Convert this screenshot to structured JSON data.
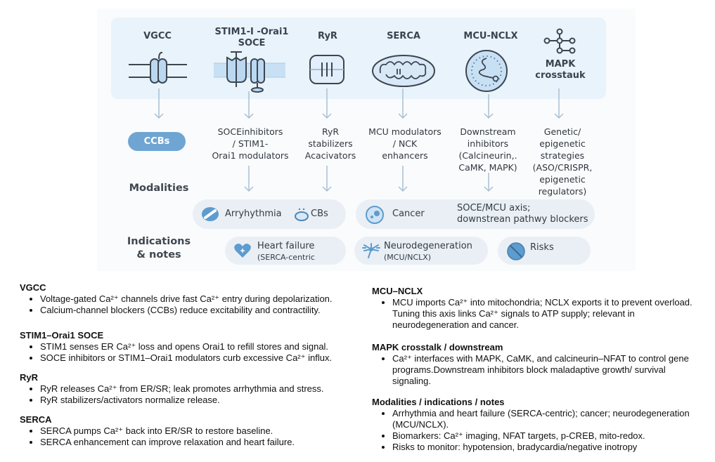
{
  "diagram": {
    "targets": [
      {
        "key": "vgcc",
        "label": "VGCC",
        "icon": "voltage-gated-channel-icon"
      },
      {
        "key": "soce",
        "label_line1": "STIM1-I -Orai1",
        "label_line2": "SOCE",
        "icon": "stim1-orai1-membrane-icon"
      },
      {
        "key": "ryr",
        "label": "RyR",
        "icon": "ryanodine-receptor-icon"
      },
      {
        "key": "serca",
        "label": "SERCA",
        "icon": "mitochondrion-icon"
      },
      {
        "key": "mcu",
        "label": "MCU-NCLX",
        "icon": "mitochondrial-matrix-icon"
      },
      {
        "key": "mapk",
        "label_line1": "MAPK",
        "label_line2": "crosstauk",
        "icon": "network-nodes-icon"
      }
    ],
    "modalities": {
      "ccbs": "CCBs",
      "soce": [
        "SOCEinhibitors",
        "/ STIM1-",
        "Orai1 modulators"
      ],
      "ryr": [
        "RyR",
        "stabilizers",
        "Acacivators"
      ],
      "mcu": [
        "MCU modulators",
        "/ NCK",
        "enhancers"
      ],
      "downstream": [
        "Downstream",
        "inhibitors",
        "(Calcineurin,.",
        "CaMK, MAPK)"
      ],
      "genetic": [
        "Genetic/",
        "epigenetic",
        "strategies",
        "(ASO/CRISPR,",
        "epigenetic",
        "regulators)"
      ]
    },
    "row_labels": {
      "modalities": "Modalities",
      "indications_line1": "Indications",
      "indications_line2": "& notes"
    },
    "indications": {
      "arrhythmia": "Arryhythmia",
      "cbs": "CBs",
      "cancer": "Cancer",
      "soce_mcu_line1": "SOCE/MCU axis;",
      "soce_mcu_line2": "downstrean pathwy blockers",
      "heart_failure": "Heart failure",
      "heart_failure_sub": "(SERCA-centric",
      "neuro": "Neurodegeneration",
      "neuro_sub": "(MCU/NCLX)",
      "risks": "Risks"
    },
    "colors": {
      "band": "#e9f3fb",
      "accent": "#6fa5d2",
      "icon_fill": "#bcd8f1",
      "icon_stroke": "#3c4650",
      "arrow": "#a9bfd3",
      "pill": "#e9eff5"
    }
  },
  "notes": {
    "left": [
      {
        "title": "VGCC",
        "bullets": [
          "Voltage-gated Ca²⁺ channels drive fast Ca²⁺ entry during depolarization.",
          "Calcium-channel blockers (CCBs) reduce excitability and contractility."
        ]
      },
      {
        "title": "STIM1–Orai1 SOCE",
        "bullets": [
          "STIM1 senses ER Ca²⁺ loss and opens Orai1 to refill stores and signal.",
          "SOCE inhibitors or STIM1–Orai1 modulators curb excessive Ca²⁺ influx."
        ]
      },
      {
        "title": "RyR",
        "bullets": [
          "RyR releases Ca²⁺ from ER/SR; leak promotes arrhythmia and stress.",
          "RyR stabilizers/activators normalize release."
        ]
      },
      {
        "title": "SERCA",
        "bullets": [
          "SERCA pumps Ca²⁺ back into ER/SR to restore baseline.",
          "SERCA enhancement can improve relaxation and heart failure."
        ]
      }
    ],
    "right": [
      {
        "title": "MCU–NCLX",
        "bullets": [
          "MCU imports Ca²⁺ into mitochondria; NCLX exports it to prevent overload. Tuning this axis links Ca²⁺ signals to ATP supply; relevant in neurodegeneration and cancer."
        ]
      },
      {
        "title": "MAPK crosstalk / downstream",
        "bullets": [
          "Ca²⁺ interfaces with MAPK, CaMK, and calcineurin–NFAT to control gene programs.Downstream inhibitors block maladaptive growth/ survival signaling."
        ]
      },
      {
        "title": "Modalities / indications / notes",
        "bullets": [
          "Arrhythmia and heart failure (SERCA-centric); cancer; neurodegeneration (MCU/NCLX).",
          "Biomarkers: Ca²⁺ imaging, NFAT targets, p-CREB, mito-redox.",
          "Risks to monitor: hypotension, bradycardia/negative inotropy"
        ]
      }
    ]
  }
}
